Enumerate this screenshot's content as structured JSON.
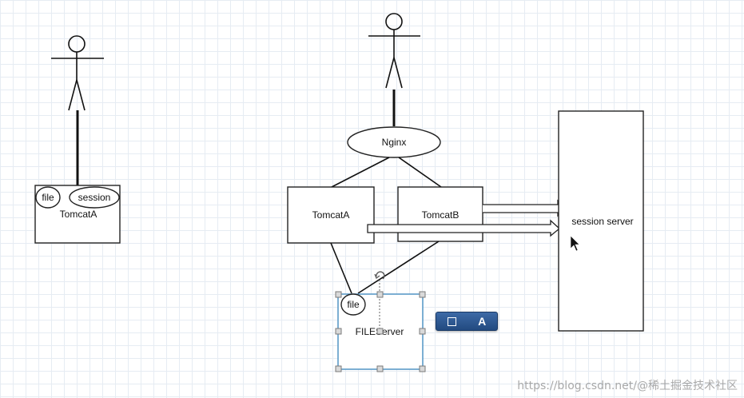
{
  "left_diagram": {
    "file_label": "file",
    "session_label": "session",
    "tomcat_label": "TomcatA"
  },
  "right_diagram": {
    "nginx_label": "Nginx",
    "tomcat_a_label": "TomcatA",
    "tomcat_b_label": "TomcatB",
    "session_server_label": "session server",
    "file_label": "file",
    "file_server_label": "FILEServer"
  },
  "toolbar": {
    "text_tool_label": "A",
    "icons": [
      "rectangle-tool-icon",
      "text-tool-icon",
      "rotate-handle-icon",
      "mouse-cursor-icon"
    ]
  },
  "watermark": "https://blog.csdn.net/@稀土掘金技术社区",
  "colors": {
    "selection_handle": "#7a7a7a",
    "selected_border": "#5b9bc8",
    "toolbar_bg": "#2f5b93"
  }
}
